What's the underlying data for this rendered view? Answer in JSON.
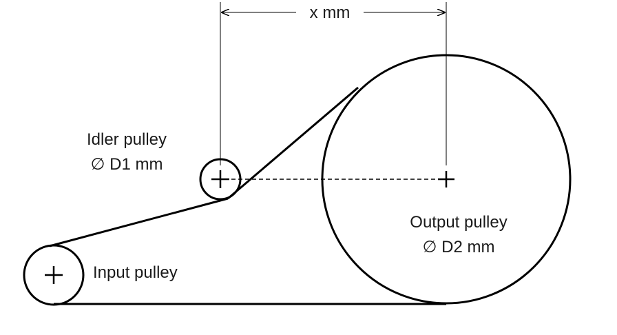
{
  "labels": {
    "dimension": "x mm",
    "idler_name": "Idler pulley",
    "idler_diameter": "∅ D1 mm",
    "output_name": "Output pulley",
    "output_diameter": "∅ D2 mm",
    "input_name": "Input pulley"
  }
}
